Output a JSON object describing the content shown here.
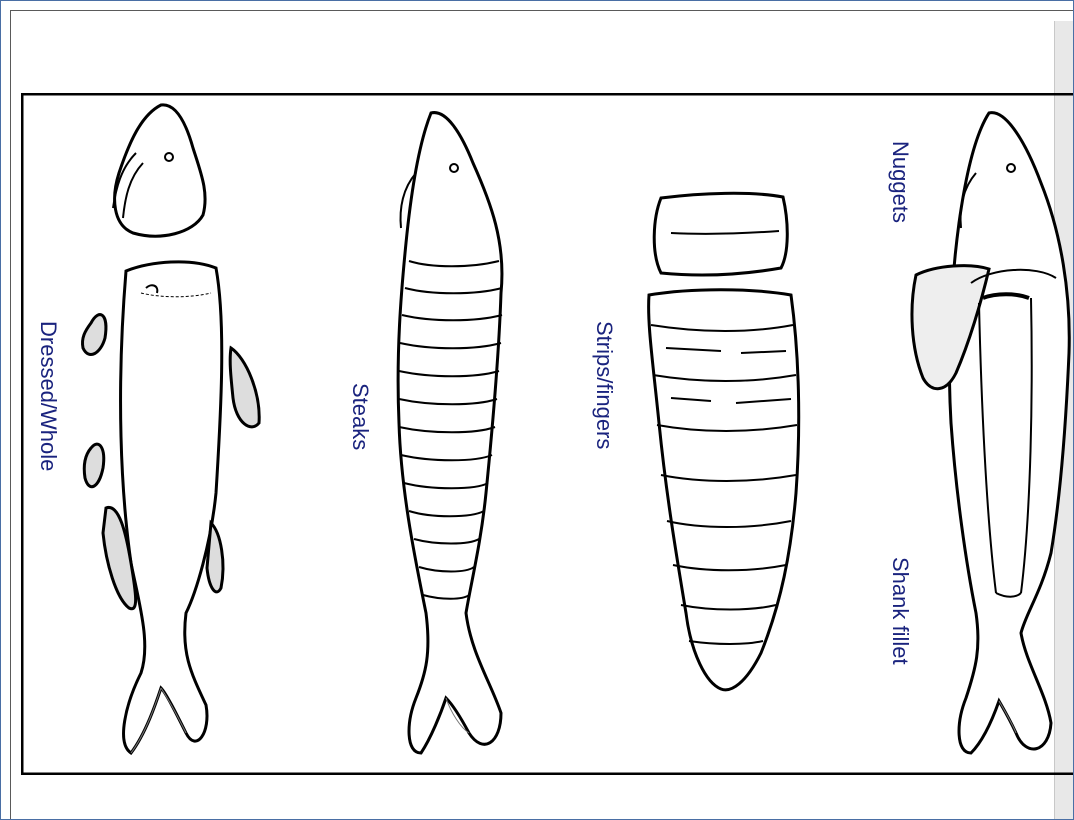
{
  "labels": {
    "dressed": "Dressed/Whole",
    "steaks": "Steaks",
    "strips": "Strips/fingers",
    "nuggets": "Nuggets",
    "shank": "Shank fillet"
  }
}
